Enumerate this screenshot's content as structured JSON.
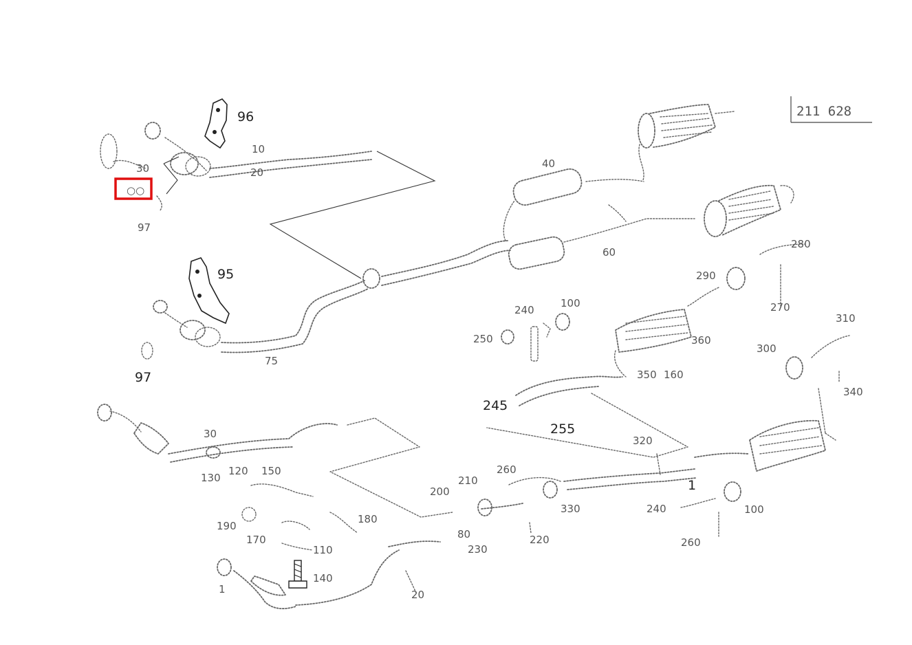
{
  "reference_code": "211 628",
  "labels": {
    "l96": "96",
    "l95": "95",
    "l97a": "97",
    "l97b": "97",
    "l245": "245",
    "l255": "255",
    "l1": "1",
    "l10": "10",
    "l20": "20",
    "l30": "30",
    "l40": "40",
    "l60": "60",
    "l75": "75",
    "l100": "100",
    "l110": "110",
    "l120": "120",
    "l130": "130",
    "l140": "140",
    "l150": "150",
    "l160": "160",
    "l170": "170",
    "l180": "180",
    "l190": "190",
    "l200": "200",
    "l210": "210",
    "l220": "220",
    "l230": "230",
    "l240": "240",
    "l250": "250",
    "l260": "260",
    "l270": "270",
    "l280": "280",
    "l290": "290",
    "l300": "300",
    "l310": "310",
    "l320": "320",
    "l330": "330",
    "l340": "340",
    "l350": "350",
    "l360": "360"
  },
  "highlight_color": "#e01010"
}
